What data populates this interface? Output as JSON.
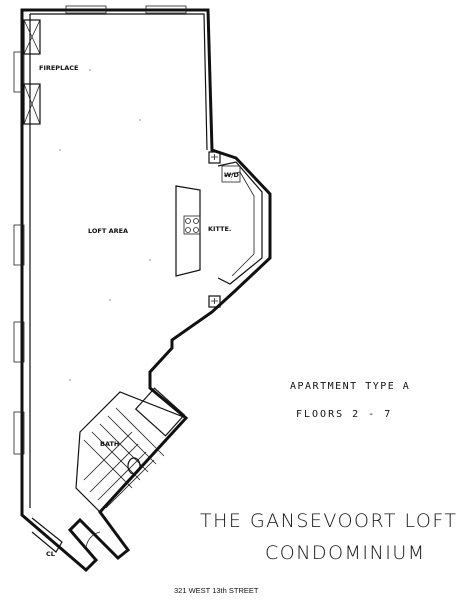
{
  "plan": {
    "rooms": {
      "fireplace": "FIREPLACE",
      "loft_area": "LOFT AREA",
      "kitchen": "KITTE.",
      "washer_dryer": "W/D",
      "bath": "BATH",
      "closet": "CL"
    }
  },
  "info": {
    "apartment_type": "APARTMENT TYPE A",
    "floors": "FLOORS 2 - 7"
  },
  "title": {
    "line1": "THE GANSEVOORT LOFT",
    "line2": "CONDOMINIUM"
  },
  "address": "321 WEST 13th STREET"
}
